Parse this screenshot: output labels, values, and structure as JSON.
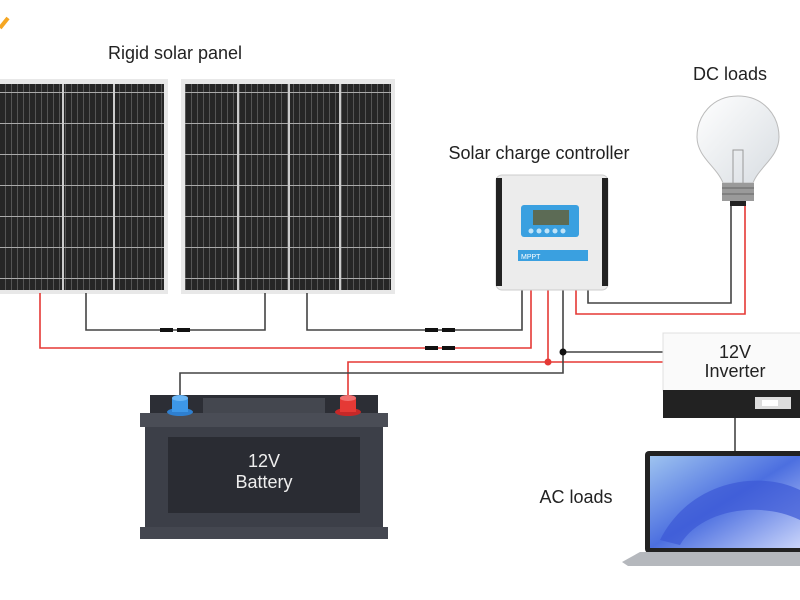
{
  "title": "Off-grid solar system wiring diagram",
  "labels": {
    "solar_panel": "Rigid solar panel",
    "charge_controller": "Solar charge controller",
    "dc_loads": "DC loads",
    "inverter_line1": "12V",
    "inverter_line2": "Inverter",
    "battery_line1": "12V",
    "battery_line2": "Battery",
    "ac_loads": "AC loads",
    "controller_badge": "MPPT"
  },
  "colors": {
    "positive_wire": "#e53935",
    "negative_wire": "#444444",
    "panel_cell": "#2a2a2a",
    "battery_body": "#3c3f48",
    "controller_screen": "#3aa0e0"
  }
}
